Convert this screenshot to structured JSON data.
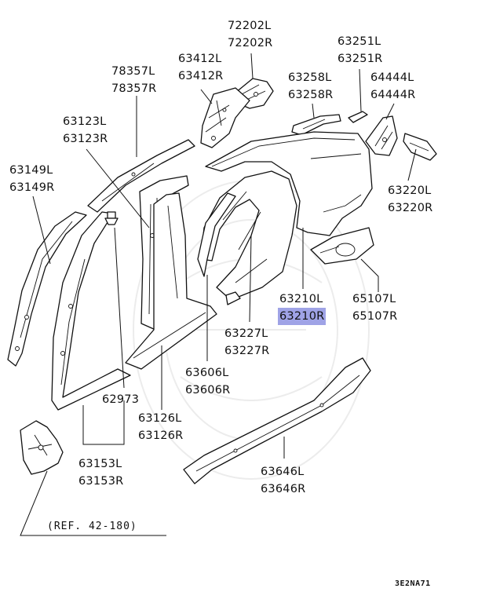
{
  "parts": [
    {
      "id": "72202",
      "left": "72202L",
      "right": "72202R"
    },
    {
      "id": "63251",
      "left": "63251L",
      "right": "63251R"
    },
    {
      "id": "78357",
      "left": "78357L",
      "right": "78357R"
    },
    {
      "id": "63412",
      "left": "63412L",
      "right": "63412R"
    },
    {
      "id": "63258",
      "left": "63258L",
      "right": "63258R"
    },
    {
      "id": "64444",
      "left": "64444L",
      "right": "64444R"
    },
    {
      "id": "63123",
      "left": "63123L",
      "right": "63123R"
    },
    {
      "id": "63149",
      "left": "63149L",
      "right": "63149R"
    },
    {
      "id": "63220",
      "left": "63220L",
      "right": "63220R"
    },
    {
      "id": "63210",
      "left": "63210L",
      "right": "63210R",
      "highlighted": true
    },
    {
      "id": "65107",
      "left": "65107L",
      "right": "65107R"
    },
    {
      "id": "63227",
      "left": "63227L",
      "right": "63227R"
    },
    {
      "id": "63606",
      "left": "63606L",
      "right": "63606R"
    },
    {
      "id": "62973",
      "single": "62973"
    },
    {
      "id": "63126",
      "left": "63126L",
      "right": "63126R"
    },
    {
      "id": "63153",
      "left": "63153L",
      "right": "63153R"
    },
    {
      "id": "63646",
      "left": "63646L",
      "right": "63646R"
    }
  ],
  "reference": "(REF. 42-180)",
  "diagram_code": "3E2NA71",
  "highlight_color": "#9fa3e6"
}
